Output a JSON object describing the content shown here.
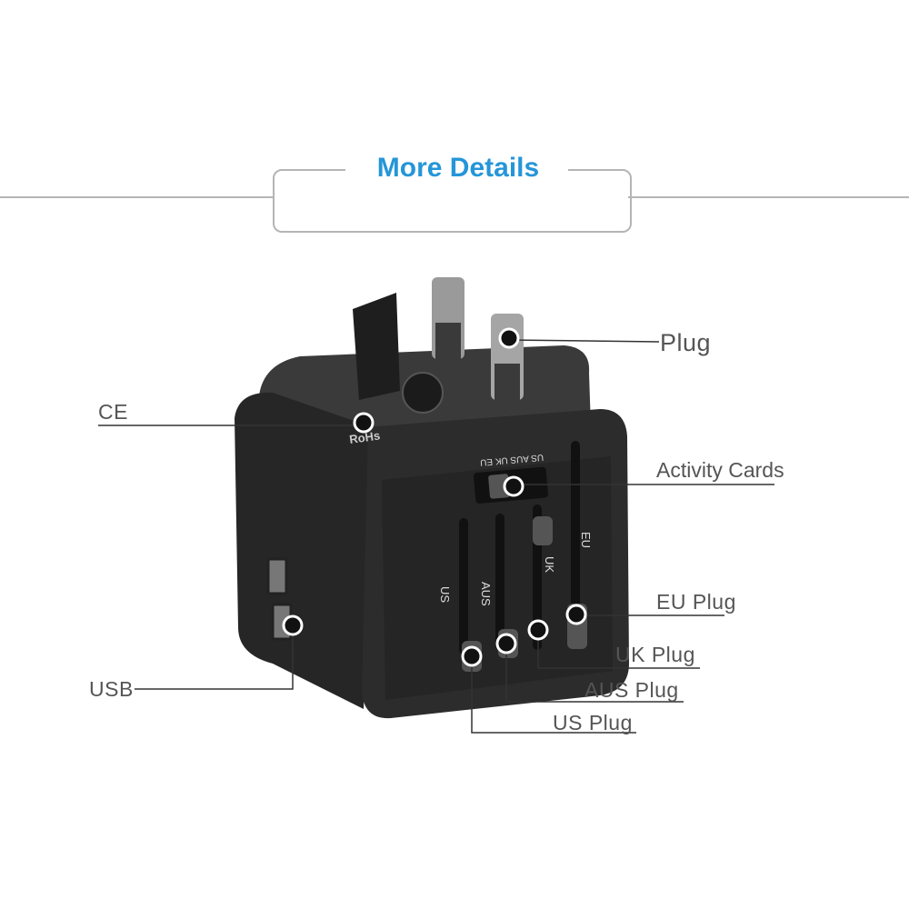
{
  "header": {
    "title": "More Details"
  },
  "callouts": {
    "plug": "Plug",
    "ce": "CE",
    "activity_cards": "Activity Cards",
    "eu_plug": "EU Plug",
    "uk_plug": "UK Plug",
    "aus_plug": "AUS Plug",
    "us_plug": "US Plug",
    "usb": "USB"
  },
  "device_markings": {
    "slider_labels": [
      "US",
      "AUS",
      "UK",
      "EU"
    ],
    "slot_labels": [
      "US",
      "AUS",
      "UK",
      "EU"
    ],
    "rohs": "RoHs"
  },
  "colors": {
    "title": "#2596d8",
    "device": "#2a2a2a",
    "lines": "#333333"
  }
}
